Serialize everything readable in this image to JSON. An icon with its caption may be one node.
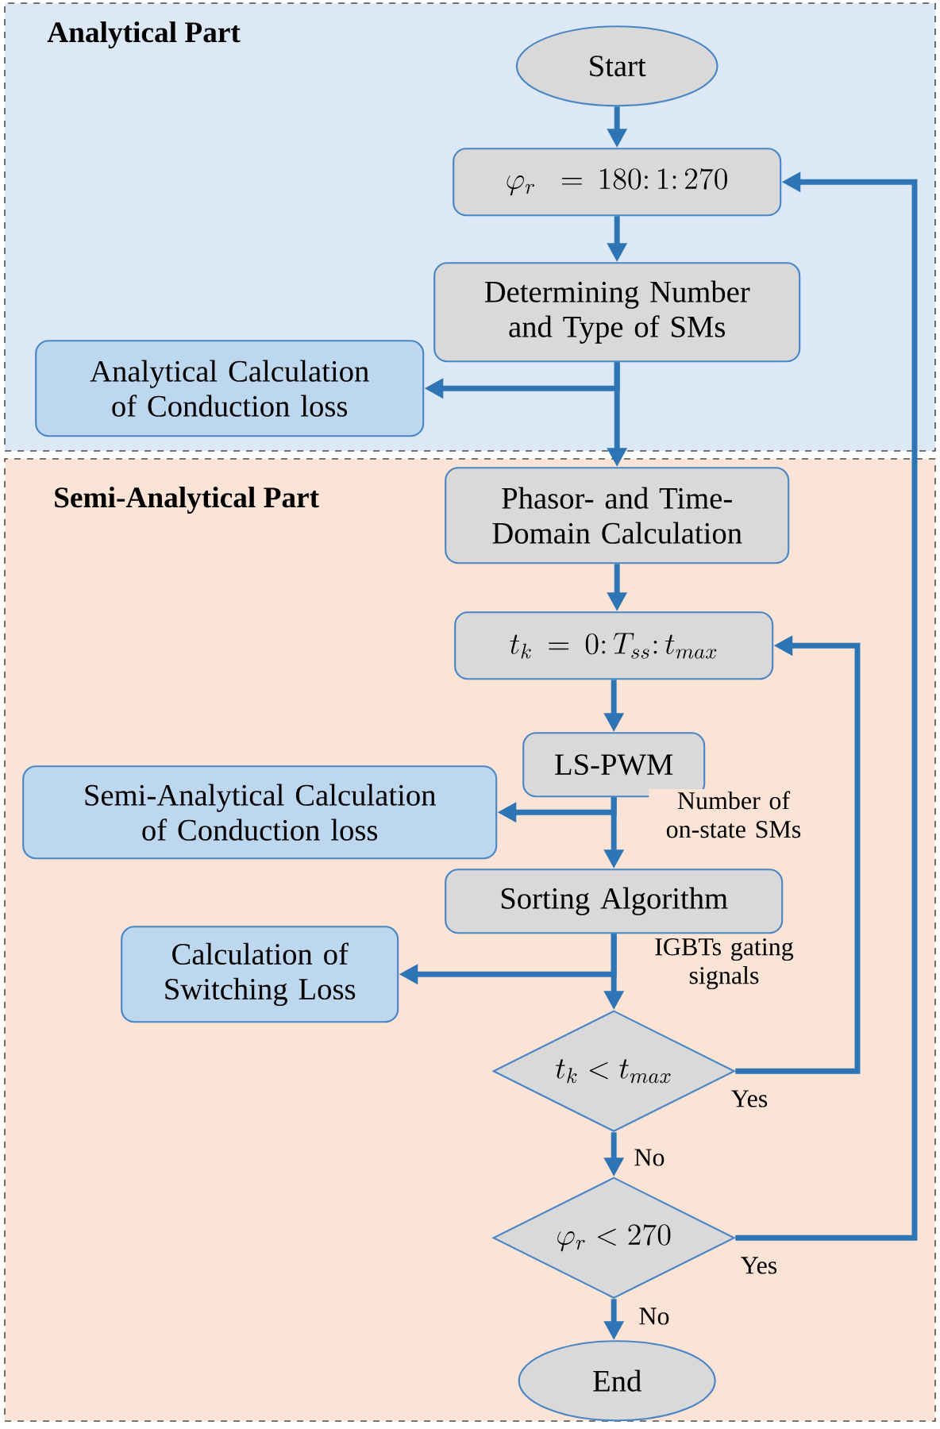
{
  "diagram": {
    "nodes": [
      {
        "text": [
          "Analytical Part"
        ]
      },
      {
        "text": [
          "Start"
        ],
        "in": 0
      },
      {
        "text": [
          "\\varphi_r \\ = 180\\colon 1\\colon 270"
        ],
        "in": 0
      },
      {
        "text": [
          "Determining Number and Type of SMs"
        ],
        "in": 0
      },
      {
        "text": [
          "Analytical Calculation of Conduction loss"
        ],
        "in": 0
      },
      {
        "text": [
          "Semi-Analytical Part"
        ]
      },
      {
        "text": [
          "Phasor- and Time-Domain Calculation"
        ],
        "in": 5
      },
      {
        "text": [
          "t_k = 0\\colon T_{ss}\\colon t_{max}"
        ],
        "in": 5
      },
      {
        "text": [
          "LS-PWM"
        ],
        "in": 5
      },
      {
        "text": [
          "Semi-Analytical Calculation of Conduction loss"
        ],
        "in": 5
      },
      {
        "text": [
          "Sorting Algorithm"
        ],
        "in": 5
      },
      {
        "text": [
          "Calculation of Switching Loss"
        ],
        "in": 5
      },
      {
        "text": [
          "t_k < t_{max}"
        ],
        "in": 5
      },
      {
        "text": [
          "\\varphi_r < 270"
        ],
        "in": 5
      },
      {
        "text": [
          "End"
        ],
        "in": 5
      }
    ],
    "edges": [
      {
        "from": 1,
        "to": 2,
        "arrow": "to"
      },
      {
        "from": 2,
        "to": 3,
        "arrow": "to"
      },
      {
        "from": 3,
        "to": 4,
        "arrow": "to"
      },
      {
        "from": 3,
        "to": 6,
        "arrow": "to"
      },
      {
        "from": 6,
        "to": 7,
        "arrow": "to"
      },
      {
        "from": 7,
        "to": 8,
        "arrow": "to"
      },
      {
        "from": 8,
        "to": 9,
        "arrow": "to"
      },
      {
        "from": 8,
        "to": 10,
        "arrow": "to",
        "label": "Number of on-state SMs"
      },
      {
        "from": 10,
        "to": 11,
        "arrow": "to"
      },
      {
        "from": 10,
        "to": 12,
        "arrow": "to",
        "label": "IGBTs gating signals"
      },
      {
        "from": 12,
        "to": 7,
        "arrow": "to",
        "label": "Yes"
      },
      {
        "from": 12,
        "to": 13,
        "arrow": "to",
        "label": "No"
      },
      {
        "from": 13,
        "to": 2,
        "arrow": "to",
        "label": "Yes"
      },
      {
        "from": 13,
        "to": 14,
        "arrow": "to",
        "label": "No"
      }
    ]
  }
}
